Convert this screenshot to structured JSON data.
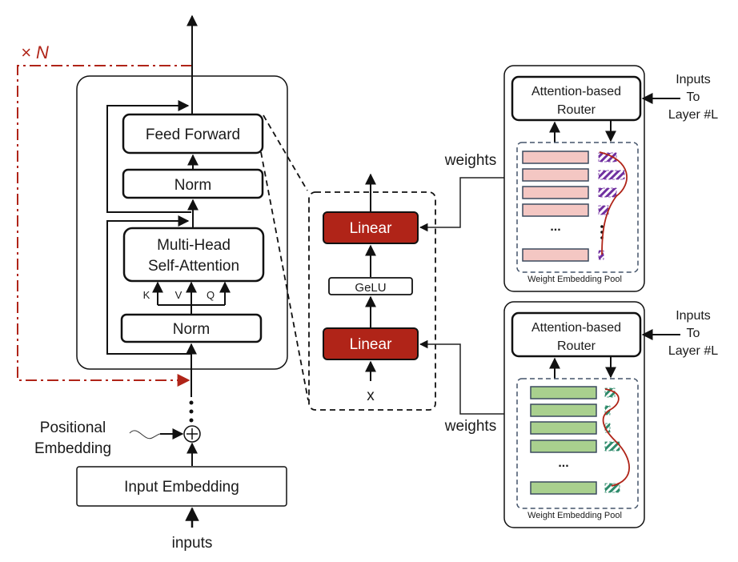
{
  "repeat": {
    "label": "× N"
  },
  "transformer": {
    "feed_forward": "Feed Forward",
    "norm_top": "Norm",
    "attention_line1": "Multi-Head",
    "attention_line2": "Self-Attention",
    "qkv": [
      "K",
      "V",
      "Q"
    ],
    "norm_bottom": "Norm",
    "positional_line1": "Positional",
    "positional_line2": "Embedding",
    "input_embedding": "Input Embedding",
    "inputs": "inputs"
  },
  "ffn_detail": {
    "linear_top": "Linear",
    "activation": "GeLU",
    "linear_bottom": "Linear",
    "input": "x"
  },
  "pools": [
    {
      "router_line1": "Attention-based",
      "router_line2": "Router",
      "side_input": [
        "Inputs",
        "To",
        "Layer #L"
      ],
      "weights_label": "weights",
      "ellipsis": "...",
      "caption": "Weight Embedding Pool",
      "bar_color": "#f4c7c3",
      "hatch_color": "#7030a0",
      "score_widths": [
        0.55,
        0.8,
        0.55,
        0.3,
        0.12
      ]
    },
    {
      "router_line1": "Attention-based",
      "router_line2": "Router",
      "side_input": [
        "Inputs",
        "To",
        "Layer #L"
      ],
      "weights_label": "weights",
      "ellipsis": "...",
      "caption": "Weight Embedding Pool",
      "bar_color": "#a9d08e",
      "hatch_color": "#2e8b6b",
      "score_widths": [
        0.3,
        0.15,
        0.08,
        0.45,
        0.45
      ]
    }
  ],
  "colors": {
    "accent_red": "#b02418",
    "linear_fill": "#b02418",
    "pool_border": "#44546a"
  }
}
